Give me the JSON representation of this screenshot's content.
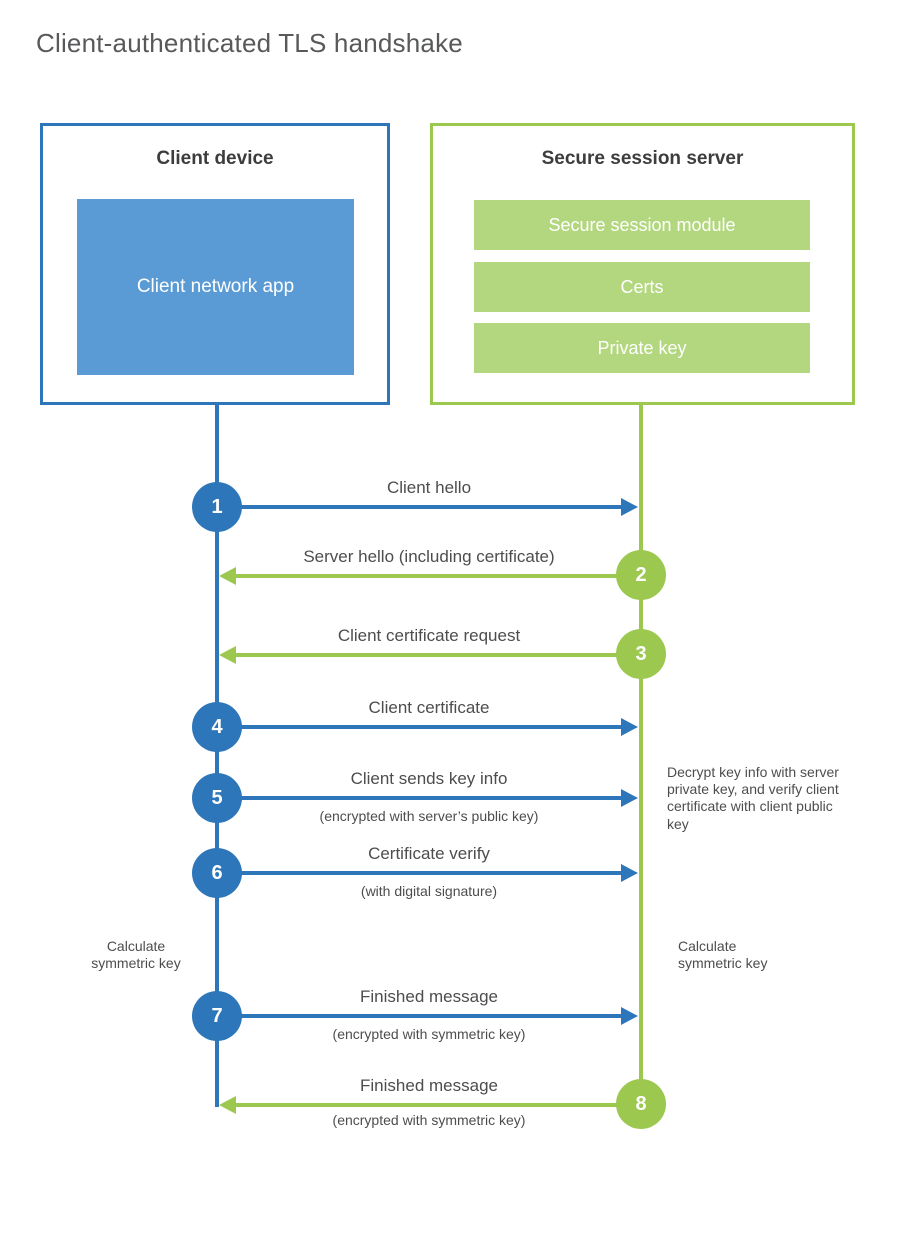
{
  "title": "Client-authenticated TLS handshake",
  "colors": {
    "blue": "#2d76b9",
    "blue_fill": "#5b9bd5",
    "green": "#9cc84f",
    "green_fill": "#b2d77e",
    "heading_text": "#3d3d3d",
    "label_text": "#4d4d4d",
    "title_text": "#58595b"
  },
  "client_box": {
    "title": "Client device",
    "app_label": "Client network app"
  },
  "server_box": {
    "title": "Secure session server",
    "modules": [
      "Secure session module",
      "Certs",
      "Private key"
    ]
  },
  "steps": [
    {
      "num": "1",
      "from": "client",
      "to": "server",
      "label": "Client hello",
      "sub": ""
    },
    {
      "num": "2",
      "from": "server",
      "to": "client",
      "label": "Server hello (including certificate)",
      "sub": ""
    },
    {
      "num": "3",
      "from": "server",
      "to": "client",
      "label": "Client certificate request",
      "sub": ""
    },
    {
      "num": "4",
      "from": "client",
      "to": "server",
      "label": "Client certificate",
      "sub": ""
    },
    {
      "num": "5",
      "from": "client",
      "to": "server",
      "label": "Client sends key info",
      "sub": "(encrypted with server’s public key)"
    },
    {
      "num": "6",
      "from": "client",
      "to": "server",
      "label": "Certificate verify",
      "sub": "(with digital signature)"
    },
    {
      "num": "7",
      "from": "client",
      "to": "server",
      "label": "Finished message",
      "sub": "(encrypted with symmetric key)"
    },
    {
      "num": "8",
      "from": "server",
      "to": "client",
      "label": "Finished message",
      "sub": "(encrypted with symmetric key)"
    }
  ],
  "annotations": {
    "decrypt_note": "Decrypt key info with server private key, and verify client certificate with client public key",
    "calc_left": "Calculate symmetric key",
    "calc_right": "Calculate symmetric key"
  }
}
